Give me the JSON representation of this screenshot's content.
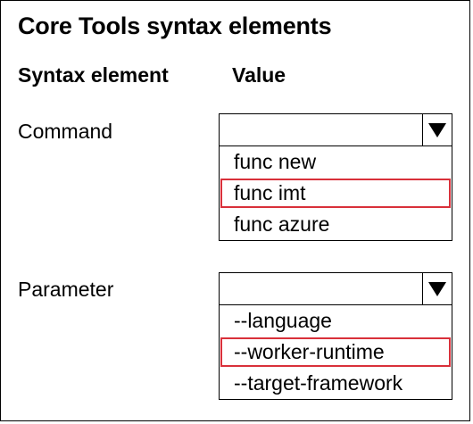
{
  "title": "Core Tools syntax elements",
  "headers": {
    "syntax_element": "Syntax element",
    "value": "Value"
  },
  "rows": [
    {
      "label": "Command",
      "selected_value": "",
      "options": [
        "func new",
        "func imt",
        "func azure"
      ],
      "highlighted_option": "func imt"
    },
    {
      "label": "Parameter",
      "selected_value": "",
      "options": [
        "--language",
        "--worker-runtime",
        "--target-framework"
      ],
      "highlighted_option": "--worker-runtime"
    }
  ],
  "colors": {
    "highlight": "#d9303a",
    "border": "#000000"
  },
  "icons": {
    "dropdown": "triangle-down-icon"
  }
}
